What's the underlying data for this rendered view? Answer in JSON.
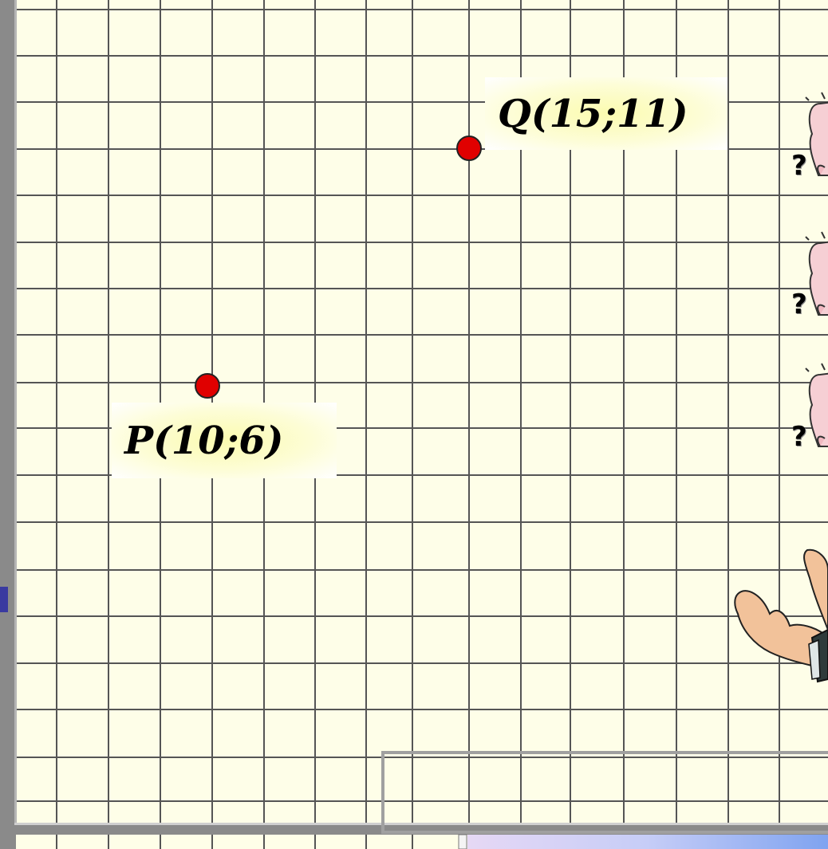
{
  "points": [
    {
      "id": "Q",
      "label": "Q(15;11)",
      "x": 15,
      "y": 11,
      "color": "#e00000"
    },
    {
      "id": "P",
      "label": "P(10;6)",
      "x": 10,
      "y": 6,
      "color": "#e00000"
    }
  ],
  "grid": {
    "background": "#fefee8",
    "line_color": "#555555"
  },
  "figures": {
    "question_marks": [
      "?",
      "?",
      "?"
    ],
    "question_icon": "thinking-figure-icon",
    "hands_icon": "clapping-hands-icon"
  },
  "colors": {
    "point": "#e00000",
    "frame": "#808080",
    "bottom_bar": "#c8d0f5"
  }
}
